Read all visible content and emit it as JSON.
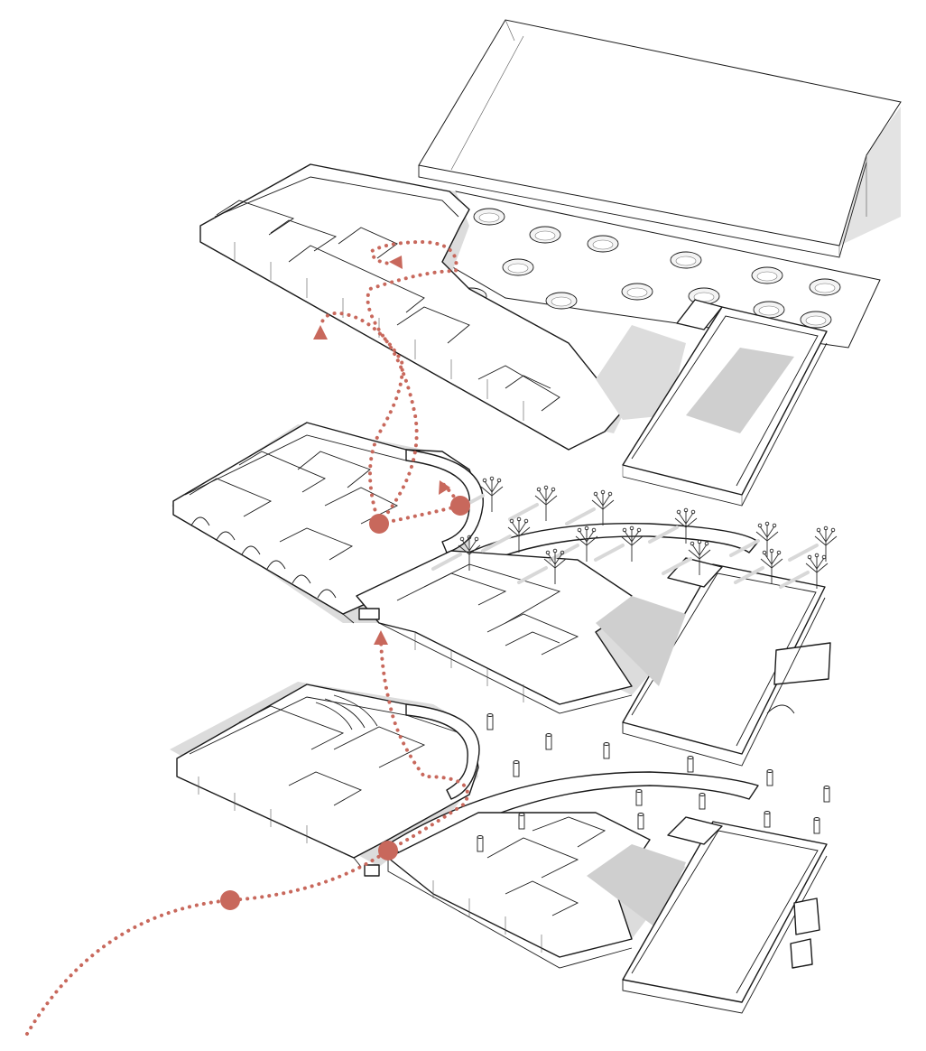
{
  "diagram": {
    "type": "exploded-axonometric",
    "colors": {
      "line": "#1a1a1a",
      "shadow": "#dcdcdc",
      "circulation_path": "#c8685c",
      "background": "#ffffff"
    },
    "levels": [
      "roof",
      "upper-floor",
      "ground-floor"
    ],
    "icons": [
      "arrow-head-icon",
      "tree-icon",
      "column-icon",
      "skylight-icon"
    ]
  }
}
